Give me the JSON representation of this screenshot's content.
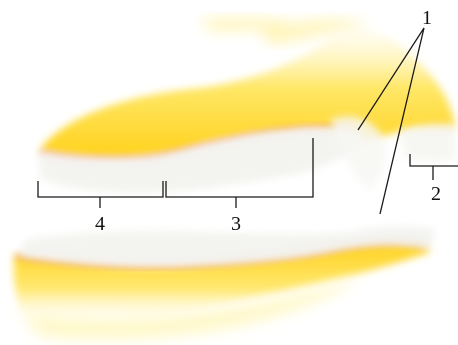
{
  "diagram": {
    "colors": {
      "background": "#ffffff",
      "jaw_yellow": "#ffd21c",
      "jaw_light": "#fff4a8",
      "gum_line": "#e0522e",
      "teeth": "#f4f4f0",
      "line": "#1a1a1a",
      "label": "#111111"
    },
    "labels": {
      "one": "1",
      "two": "2",
      "three": "3",
      "four": "4"
    }
  }
}
